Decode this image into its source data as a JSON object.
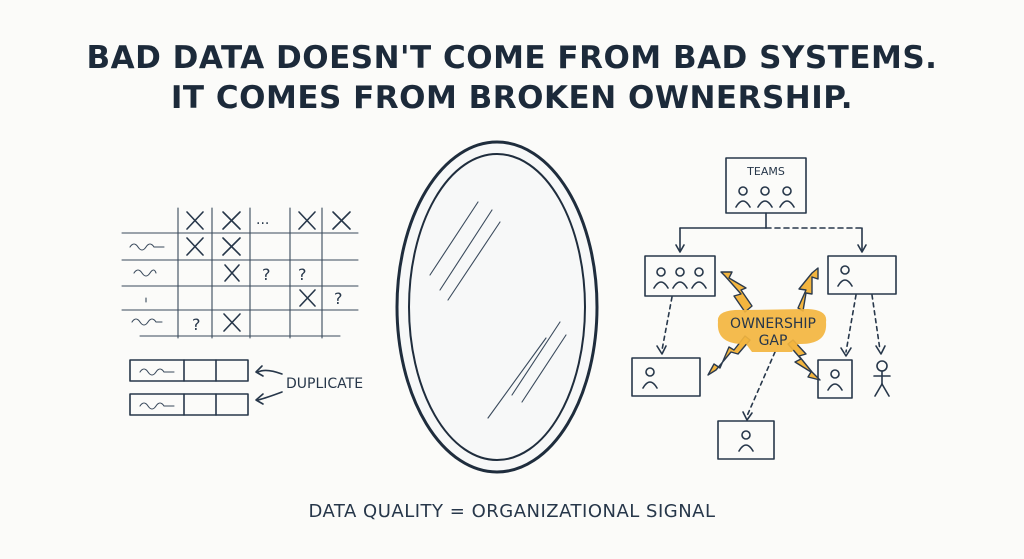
{
  "headline": {
    "line1": "BAD DATA DOESN'T COME FROM BAD SYSTEMS.",
    "line2": "IT COMES FROM BROKEN OWNERSHIP."
  },
  "left_panel": {
    "ellipsis": "...",
    "question_mark": "?",
    "duplicate_label": "DUPLICATE"
  },
  "org_chart": {
    "teams_label": "TEAMS",
    "gap_line1": "OWNERSHIP",
    "gap_line2": "GAP"
  },
  "caption": "DATA QUALITY = ORGANIZATIONAL SIGNAL",
  "colors": {
    "ink": "#27374a",
    "accent": "#f3b53f",
    "background": "#fbfbf9"
  }
}
